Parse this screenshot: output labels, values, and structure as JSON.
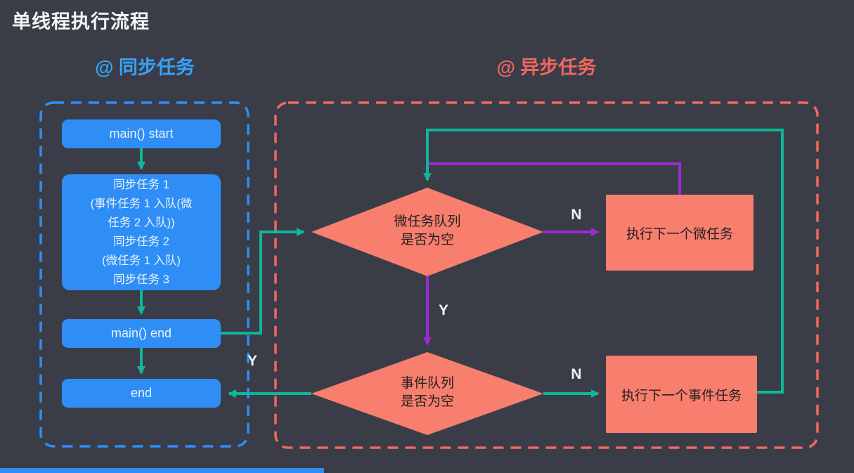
{
  "page": {
    "title": "单线程执行流程"
  },
  "sections": {
    "sync": {
      "label": "@ 同步任务"
    },
    "async": {
      "label": "@ 异步任务"
    }
  },
  "nodes": {
    "main_start": {
      "label": "main() start"
    },
    "sync_tasks": {
      "lines": [
        "同步任务 1",
        "(事件任务 1 入队(微",
        "任务 2 入队))",
        "同步任务 2",
        "(微任务 1 入队)",
        "同步任务 3"
      ]
    },
    "main_end": {
      "label": "main() end"
    },
    "end": {
      "label": "end"
    },
    "micro_queue_check": {
      "line1": "微任务队列",
      "line2": "是否为空"
    },
    "event_queue_check": {
      "line1": "事件队列",
      "line2": "是否为空"
    },
    "run_next_microtask": {
      "label": "执行下一个微任务"
    },
    "run_next_event_task": {
      "label": "执行下一个事件任务"
    }
  },
  "edge_labels": {
    "micro_not_empty": "N",
    "micro_empty": "Y",
    "event_not_empty": "N",
    "event_empty": "Y"
  },
  "colors": {
    "background": "#3a3d47",
    "blue": "#2e8ef5",
    "salmon": "#f87e6e",
    "red_accent": "#f2675f",
    "teal": "#10b69a",
    "purple": "#9a2bd0"
  }
}
